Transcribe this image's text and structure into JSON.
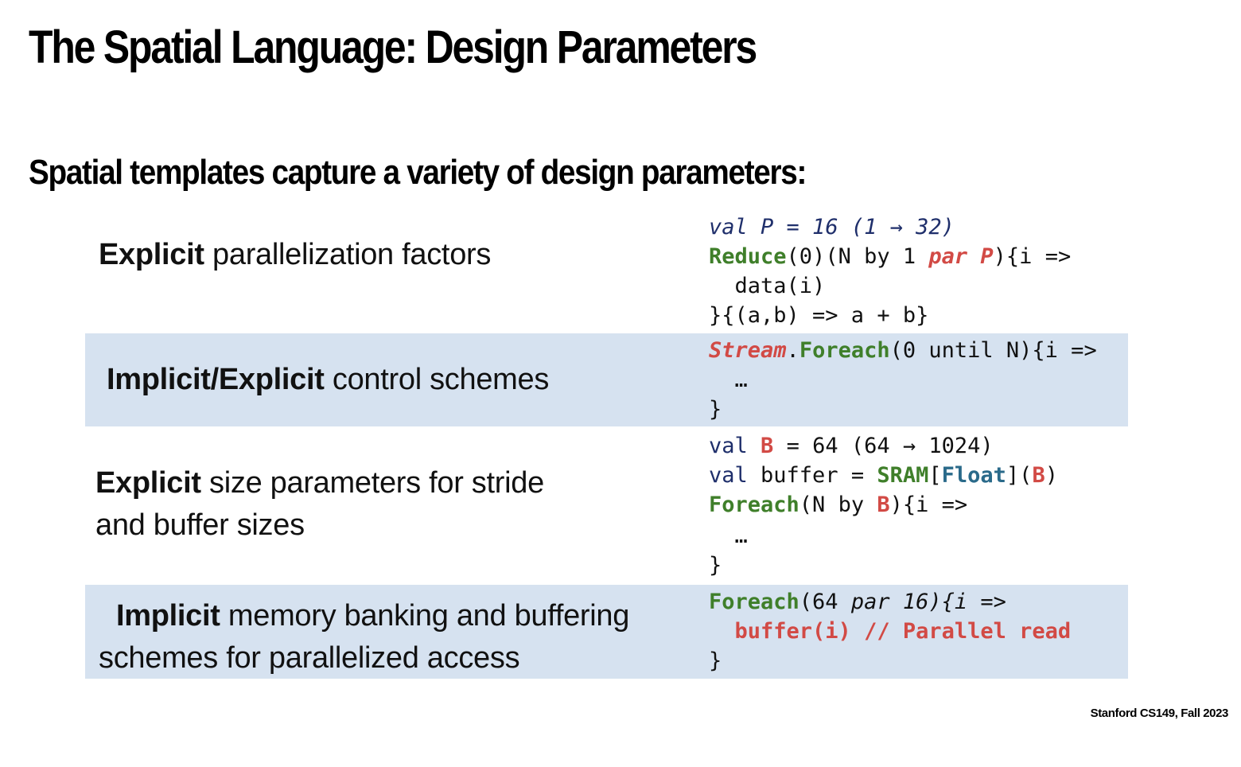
{
  "slide": {
    "title": "The Spatial Language: Design Parameters",
    "subtitle": "Spatial templates capture a variety of design parameters:",
    "footer": "Stanford CS149, Fall 2023"
  },
  "rows": [
    {
      "label_bold": "Explicit",
      "label_rest": " parallelization factors",
      "code": {
        "l1_val": "val",
        "l1_rest": " P = 16 (1 → 32)",
        "l2_fn": "Reduce",
        "l2_mid": "(0)(N by 1 ",
        "l2_par": "par",
        "l2_sp": " ",
        "l2_p": "P",
        "l2_end": "){i =>",
        "l3": "  data(i)",
        "l4": "}{(a,b) => a + b}"
      }
    },
    {
      "label_bold": "Implicit/Explicit",
      "label_rest": " control schemes",
      "code": {
        "l1_stream": "Stream",
        "l1_dot": ".",
        "l1_fn": "Foreach",
        "l1_rest": "(0 until N){i =>",
        "l2": "  …",
        "l3": "}"
      }
    },
    {
      "label_bold": "Explicit",
      "label_rest": " size parameters for stride",
      "label_line2": "and buffer sizes",
      "code": {
        "l1_val": "val",
        "l1_sp": " ",
        "l1_b": "B",
        "l1_rest": " = 64 (64 → 1024)",
        "l2_val": "val",
        "l2_mid": " buffer = ",
        "l2_sram": "SRAM",
        "l2_lb": "[",
        "l2_float": "Float",
        "l2_rb": "](",
        "l2_b": "B",
        "l2_end": ")",
        "l3_fn": "Foreach",
        "l3_mid": "(N by ",
        "l3_b": "B",
        "l3_end": "){i =>",
        "l4": "  …",
        "l5": "}"
      }
    },
    {
      "label_bold": "Implicit",
      "label_rest": " memory banking and buffering",
      "label_line2": "schemes for parallelized access",
      "code": {
        "l1_fn": "Foreach",
        "l1_a": "(64 ",
        "l1_par": "par",
        "l1_b": " 16){i =>",
        "l2_indent": "  ",
        "l2_red": "buffer(i) // Parallel read",
        "l3": "}"
      }
    }
  ]
}
